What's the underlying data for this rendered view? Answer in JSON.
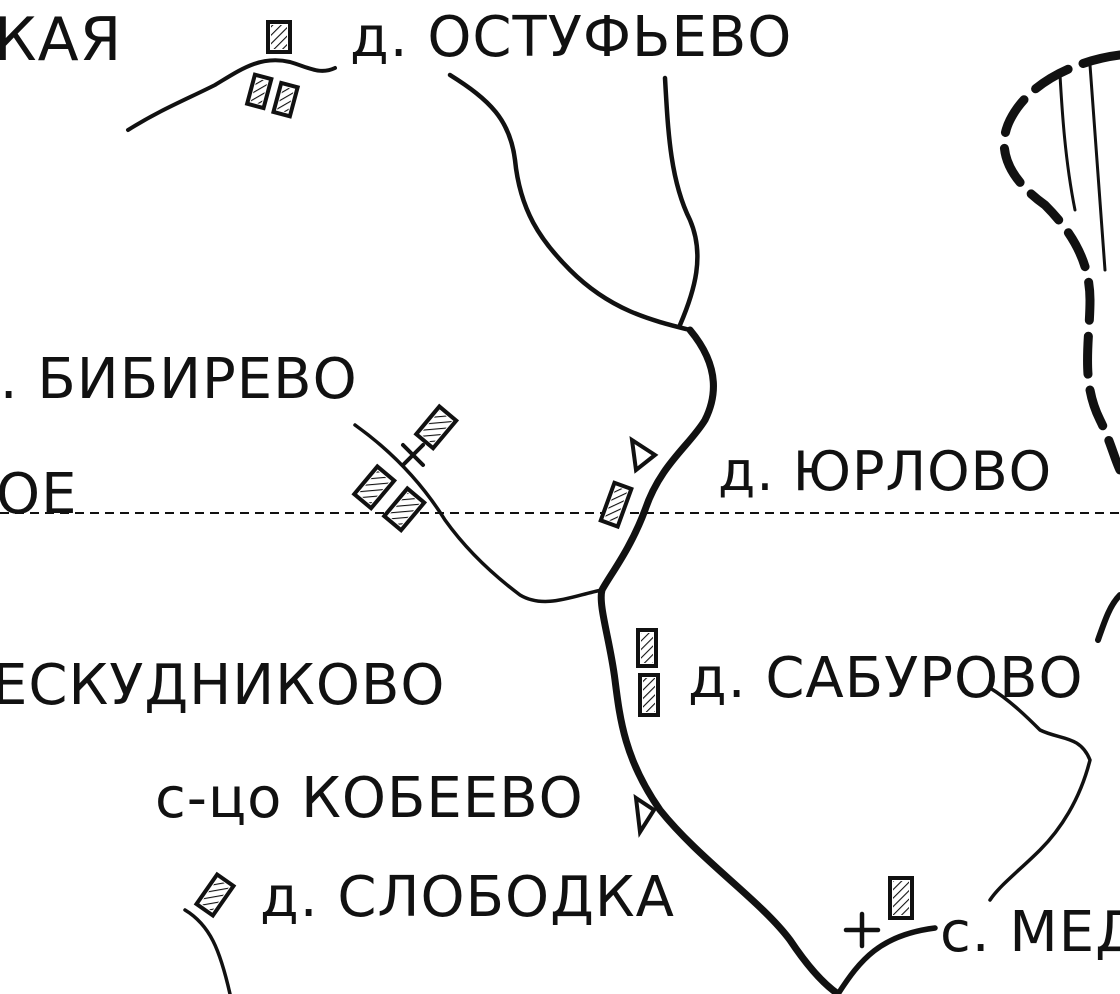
{
  "map": {
    "labels": {
      "kaya": "КАЯ",
      "ostufevo": "д. ОСТУФЬЕВО",
      "bibirevo": "с. БИБИРЕВО",
      "oe": "ОЕ",
      "yurlovo": "д. ЮРЛОВО",
      "beskudnikovo": "ЕСКУДНИКОВО",
      "saburovo": "д. САБУРОВО",
      "kobeevo": "с-цо КОБЕЕВО",
      "slobodka": "д. СЛОБОДКА",
      "med": "с. МЕД"
    },
    "colors": {
      "ink": "#111111",
      "paper": "#ffffff"
    },
    "icons": [
      "settlement-symbol",
      "church-cross-symbol",
      "mound-symbol"
    ]
  }
}
